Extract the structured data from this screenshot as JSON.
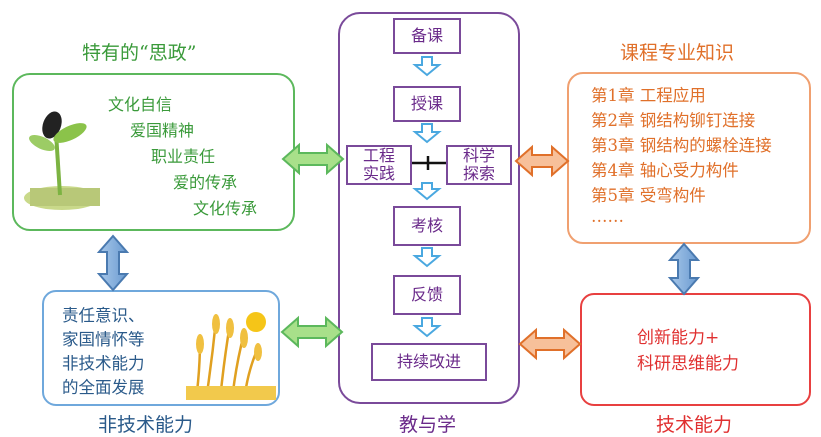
{
  "ideology": {
    "title": "特有的“思政”",
    "items": [
      "文化自信",
      "爱国精神",
      "职业责任",
      "爱的传承",
      "文化传承"
    ]
  },
  "course": {
    "title": "课程专业知识",
    "items": [
      "第1章 工程应用",
      "第2章 钢结构铆钉连接",
      "第3章 钢结构的螺栓连接",
      "第4章 轴心受力构件",
      "第5章 受弯构件",
      "……"
    ]
  },
  "teaching": {
    "label": "教与学",
    "steps": [
      "备课",
      "授课",
      "考核",
      "反馈",
      "持续改进"
    ],
    "engineering": [
      "工程",
      "实践"
    ],
    "science": [
      "科学",
      "探索"
    ]
  },
  "nontech": {
    "label": "非技术能力",
    "lines": [
      "责任意识、",
      "家国情怀等",
      "非技术能力",
      "的全面发展"
    ]
  },
  "tech": {
    "label": "技术能力",
    "lines": [
      "创新能力+",
      "科研思维能力"
    ]
  },
  "colors": {
    "green": "#5cb85c",
    "purple": "#7a4a9a",
    "orange": "#f0a070",
    "red": "#e84040",
    "blue": "#6fa8dc"
  }
}
